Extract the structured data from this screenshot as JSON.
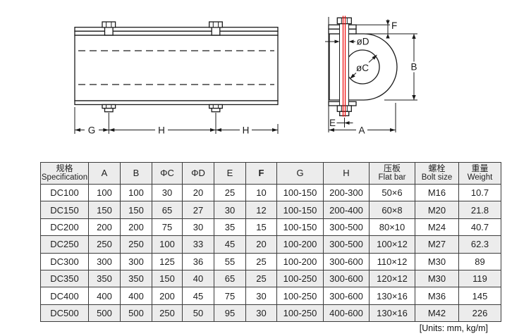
{
  "diagram": {
    "side_view": {
      "dim_g": "G",
      "dim_h1": "H",
      "dim_h2": "H"
    },
    "section_view": {
      "dim_f": "F",
      "dim_d": "øD",
      "dim_c": "øC",
      "dim_b": "B",
      "dim_e": "E",
      "dim_a": "A"
    },
    "colors": {
      "body_fill": "#dcdcdc",
      "line": "#1a1a1a",
      "bolt_centerline": "#ee0000"
    }
  },
  "table": {
    "headers": [
      {
        "line1": "规格",
        "line2": "Specification"
      },
      {
        "line1": "A"
      },
      {
        "line1": "B"
      },
      {
        "line1": "ΦC"
      },
      {
        "line1": "ΦD"
      },
      {
        "line1": "E"
      },
      {
        "line1": "F"
      },
      {
        "line1": "G"
      },
      {
        "line1": "H"
      },
      {
        "line1": "压板",
        "line2": "Flat bar"
      },
      {
        "line1": "螺栓",
        "line2": "Bolt size"
      },
      {
        "line1": "重量",
        "line2": "Weight"
      }
    ],
    "rows": [
      [
        "DC100",
        "100",
        "100",
        "30",
        "20",
        "25",
        "10",
        "100-150",
        "200-300",
        "50×6",
        "M16",
        "10.7"
      ],
      [
        "DC150",
        "150",
        "150",
        "65",
        "27",
        "30",
        "12",
        "100-150",
        "200-400",
        "60×8",
        "M20",
        "21.8"
      ],
      [
        "DC200",
        "200",
        "200",
        "75",
        "30",
        "35",
        "15",
        "100-150",
        "300-500",
        "80×10",
        "M24",
        "40.7"
      ],
      [
        "DC250",
        "250",
        "250",
        "100",
        "33",
        "45",
        "20",
        "100-200",
        "300-500",
        "100×12",
        "M27",
        "62.3"
      ],
      [
        "DC300",
        "300",
        "300",
        "125",
        "36",
        "55",
        "25",
        "100-200",
        "300-600",
        "110×12",
        "M30",
        "89"
      ],
      [
        "DC350",
        "350",
        "350",
        "150",
        "40",
        "65",
        "25",
        "100-250",
        "300-600",
        "120×12",
        "M30",
        "119"
      ],
      [
        "DC400",
        "400",
        "400",
        "200",
        "45",
        "75",
        "30",
        "100-250",
        "300-600",
        "130×16",
        "M36",
        "145"
      ],
      [
        "DC500",
        "500",
        "500",
        "250",
        "50",
        "95",
        "30",
        "100-250",
        "400-600",
        "130×16",
        "M42",
        "226"
      ]
    ]
  },
  "footer": {
    "units_note": "[Units: mm, kg/m]"
  }
}
